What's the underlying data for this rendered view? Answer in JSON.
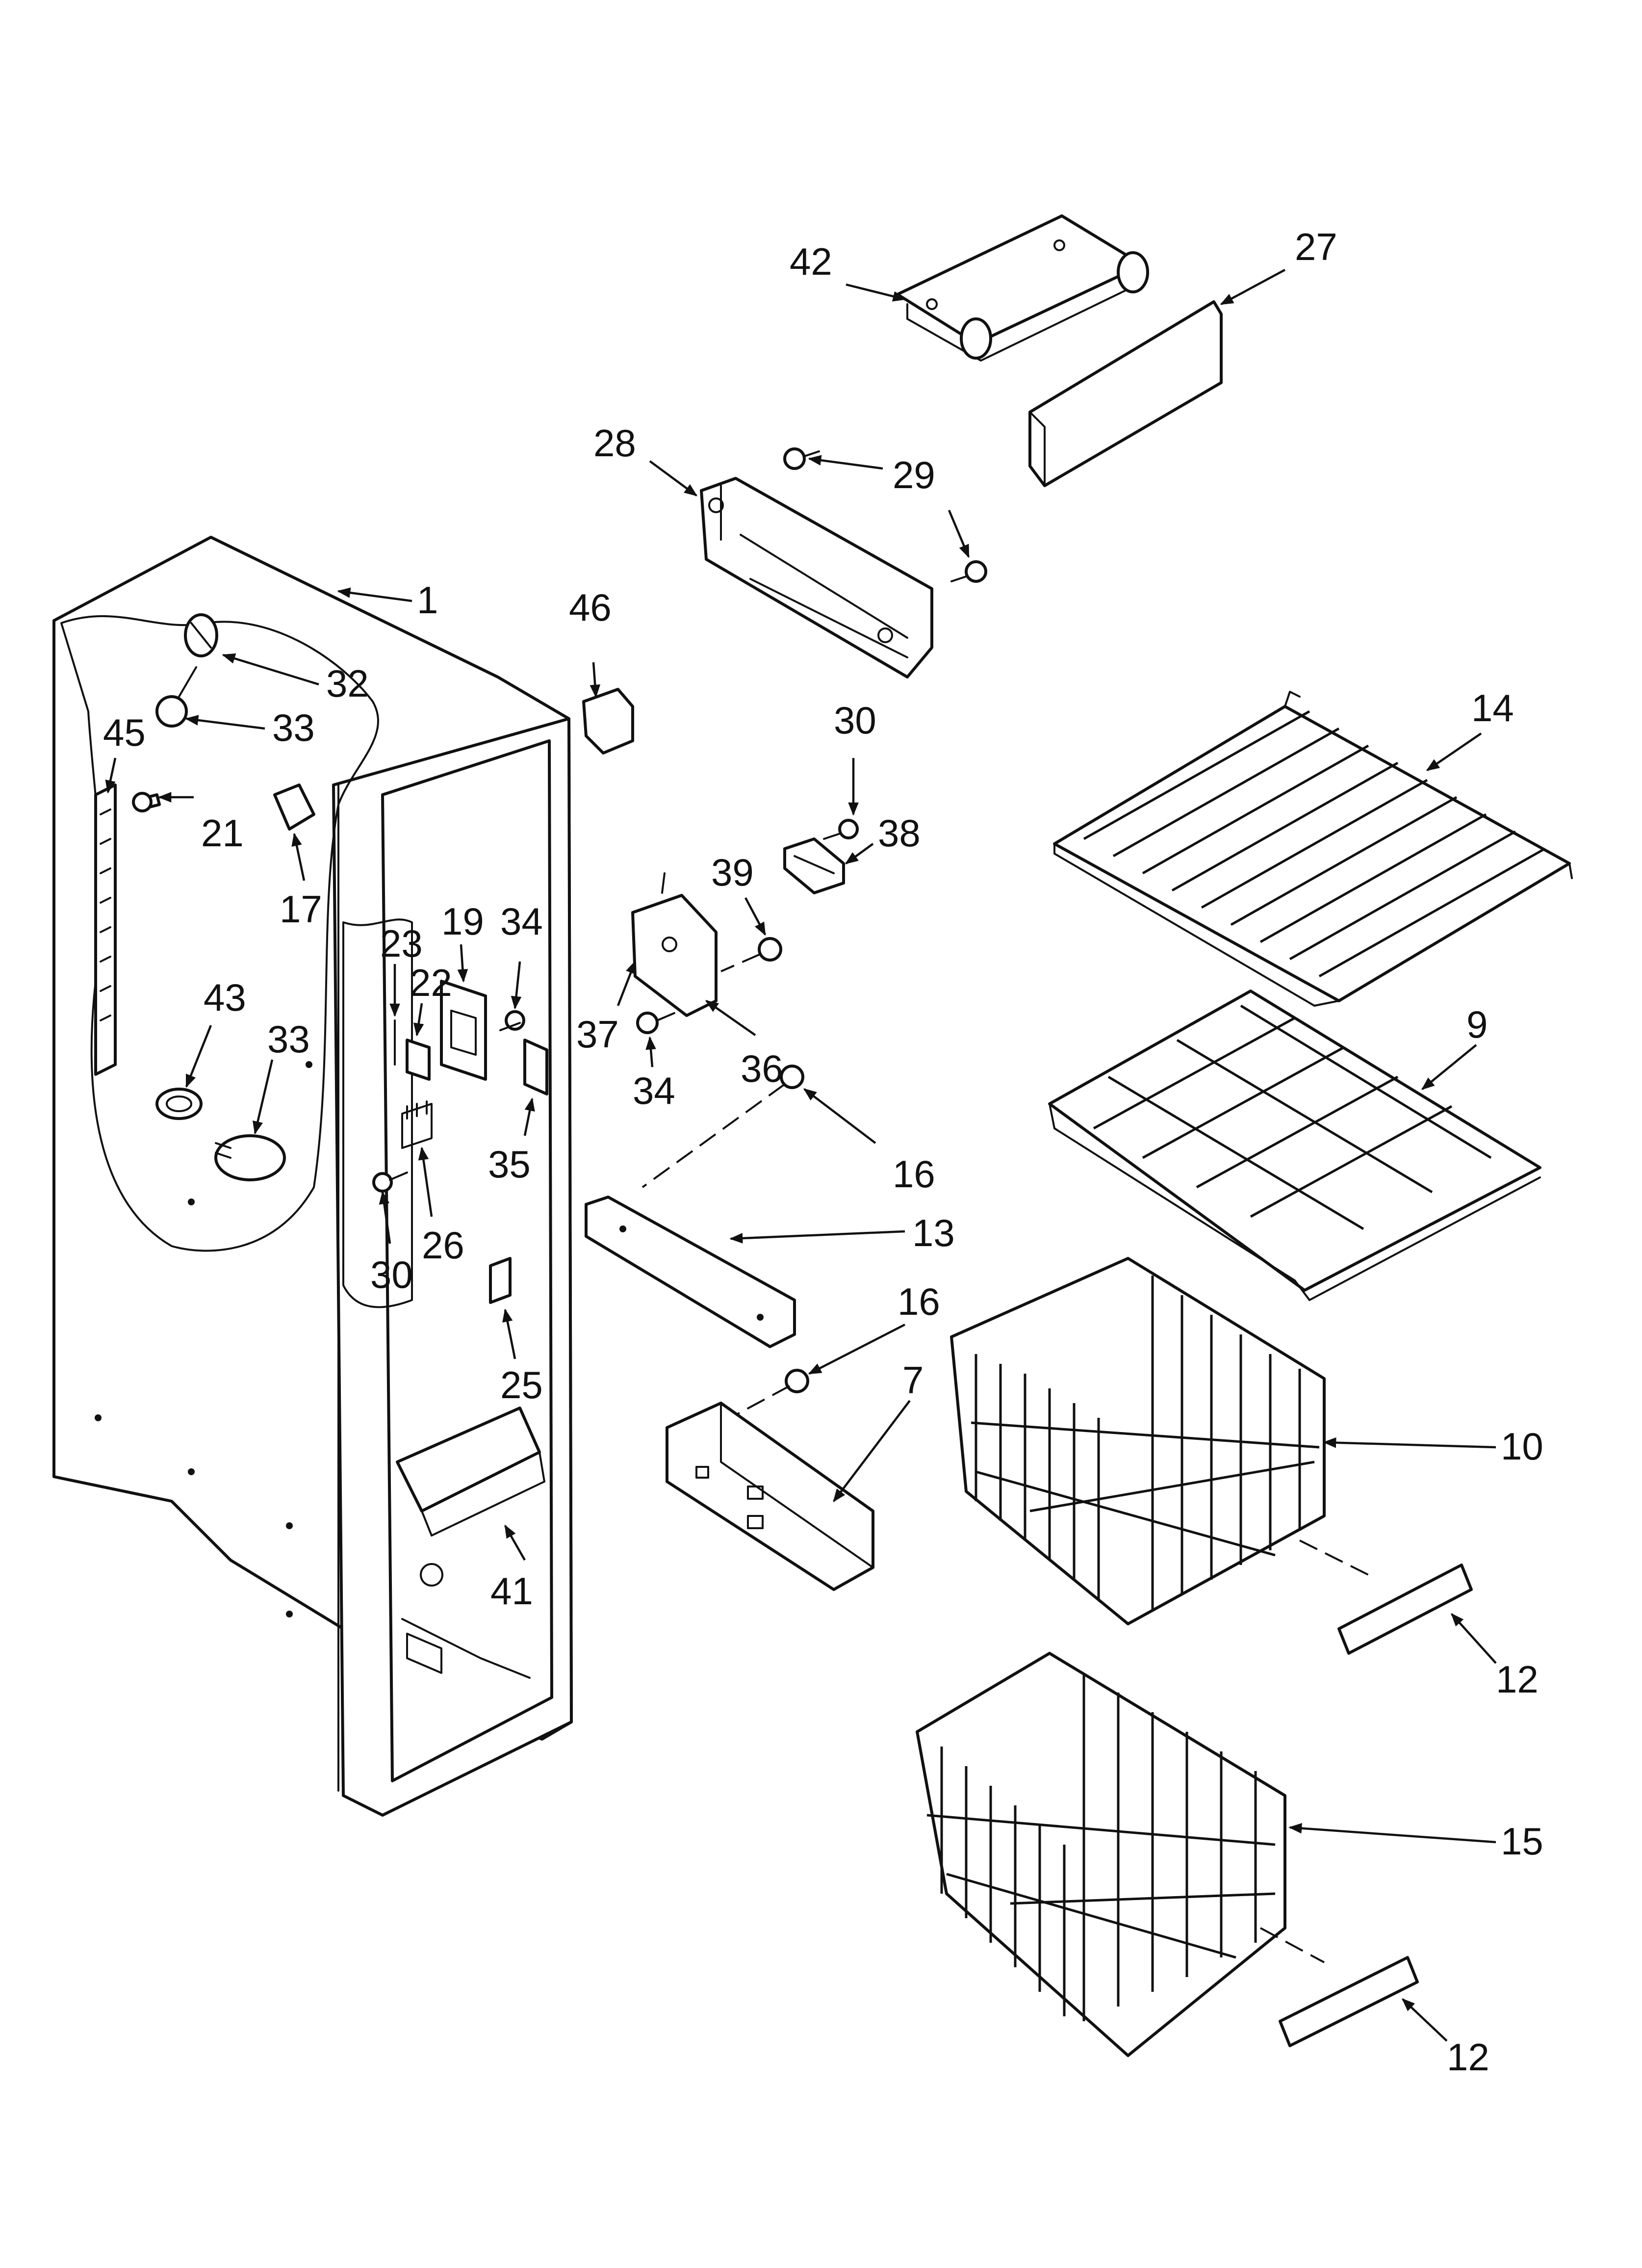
{
  "diagram": {
    "callouts": [
      {
        "id": "c1",
        "label": "1"
      },
      {
        "id": "c7",
        "label": "7"
      },
      {
        "id": "c9",
        "label": "9"
      },
      {
        "id": "c10",
        "label": "10"
      },
      {
        "id": "c12a",
        "label": "12"
      },
      {
        "id": "c12b",
        "label": "12"
      },
      {
        "id": "c13",
        "label": "13"
      },
      {
        "id": "c14",
        "label": "14"
      },
      {
        "id": "c15",
        "label": "15"
      },
      {
        "id": "c16a",
        "label": "16"
      },
      {
        "id": "c16b",
        "label": "16"
      },
      {
        "id": "c17",
        "label": "17"
      },
      {
        "id": "c19",
        "label": "19"
      },
      {
        "id": "c21",
        "label": "21"
      },
      {
        "id": "c22",
        "label": "22"
      },
      {
        "id": "c23",
        "label": "23"
      },
      {
        "id": "c25",
        "label": "25"
      },
      {
        "id": "c26",
        "label": "26"
      },
      {
        "id": "c27",
        "label": "27"
      },
      {
        "id": "c28",
        "label": "28"
      },
      {
        "id": "c29",
        "label": "29"
      },
      {
        "id": "c30a",
        "label": "30"
      },
      {
        "id": "c30b",
        "label": "30"
      },
      {
        "id": "c32",
        "label": "32"
      },
      {
        "id": "c33a",
        "label": "33"
      },
      {
        "id": "c33b",
        "label": "33"
      },
      {
        "id": "c34a",
        "label": "34"
      },
      {
        "id": "c34b",
        "label": "34"
      },
      {
        "id": "c35",
        "label": "35"
      },
      {
        "id": "c36",
        "label": "36"
      },
      {
        "id": "c37",
        "label": "37"
      },
      {
        "id": "c38",
        "label": "38"
      },
      {
        "id": "c39",
        "label": "39"
      },
      {
        "id": "c41",
        "label": "41"
      },
      {
        "id": "c42",
        "label": "42"
      },
      {
        "id": "c43",
        "label": "43"
      },
      {
        "id": "c45",
        "label": "45"
      },
      {
        "id": "c46",
        "label": "46"
      }
    ]
  }
}
